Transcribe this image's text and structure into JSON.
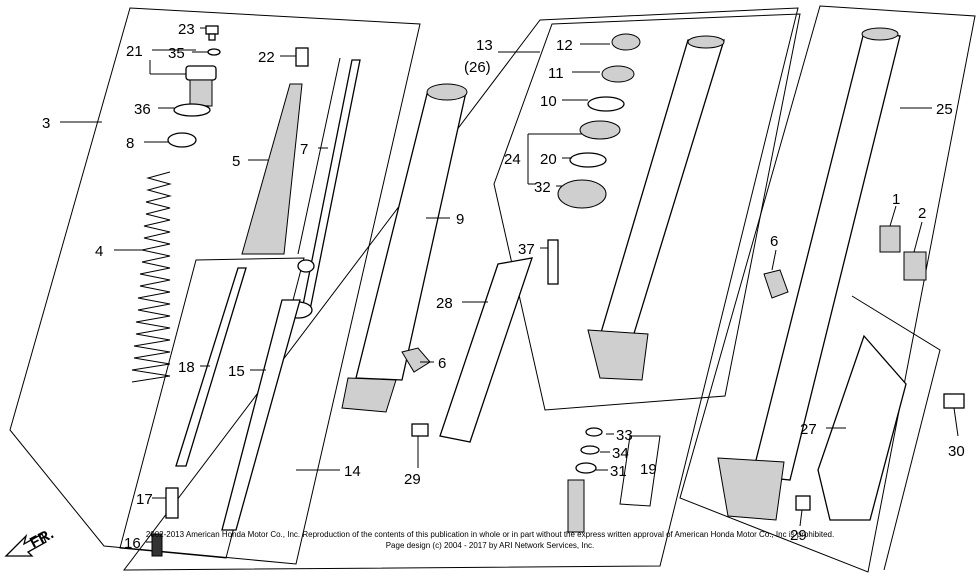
{
  "labels": {
    "l1": "1",
    "l2": "2",
    "l3": "3",
    "l4": "4",
    "l5": "5",
    "l6a": "6",
    "l6b": "6",
    "l7": "7",
    "l8": "8",
    "l9": "9",
    "l10": "10",
    "l11": "11",
    "l12": "12",
    "l13": "13",
    "l26": "(26)",
    "l14": "14",
    "l15": "15",
    "l16": "16",
    "l17": "17",
    "l18": "18",
    "l19": "19",
    "l20": "20",
    "l21": "21",
    "l22": "22",
    "l23": "23",
    "l24": "24",
    "l25": "25",
    "l27": "27",
    "l28": "28",
    "l29a": "29",
    "l29b": "29",
    "l30": "30",
    "l31": "31",
    "l32": "32",
    "l33": "33",
    "l34": "34",
    "l35": "35",
    "l36": "36",
    "l37": "37"
  },
  "direction": {
    "label": "FR."
  },
  "footer": {
    "copyright": "2002-2013 American Honda Motor Co., Inc. Reproduction of the contents of this publication in whole or in part without the express written approval of American Honda Motor Co., Inc is prohibited.",
    "design": "Page design (c) 2004 - 2017 by ARI Network Services, Inc."
  }
}
